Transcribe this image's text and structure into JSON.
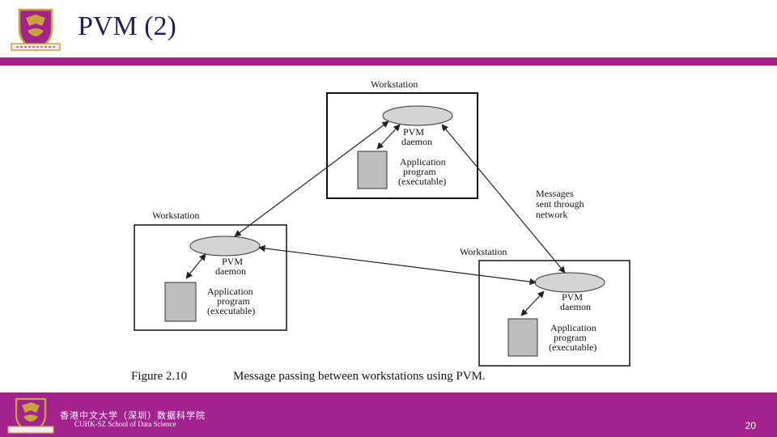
{
  "slide": {
    "title": "PVM (2)",
    "page_number": "20"
  },
  "footer": {
    "school_cn": "香港中文大学（深圳）数据科学院",
    "school_en": "CUHK-SZ School of Data Science"
  },
  "figure": {
    "ws_top_label": "Workstation",
    "ws_left_label": "Workstation",
    "ws_right_label": "Workstation",
    "daemon_line1": "PVM",
    "daemon_line2": "daemon",
    "app_line1": "Application",
    "app_line2": "program",
    "app_line3": "(executable)",
    "messages_line1": "Messages",
    "messages_line2": "sent through",
    "messages_line3": "network",
    "caption_num": "Figure 2.10",
    "caption_text": "Message passing between workstations using PVM."
  },
  "colors": {
    "brand_purple": "#a3228e",
    "title_navy": "#1f1f5a",
    "logo_gold": "#c8a23a"
  }
}
